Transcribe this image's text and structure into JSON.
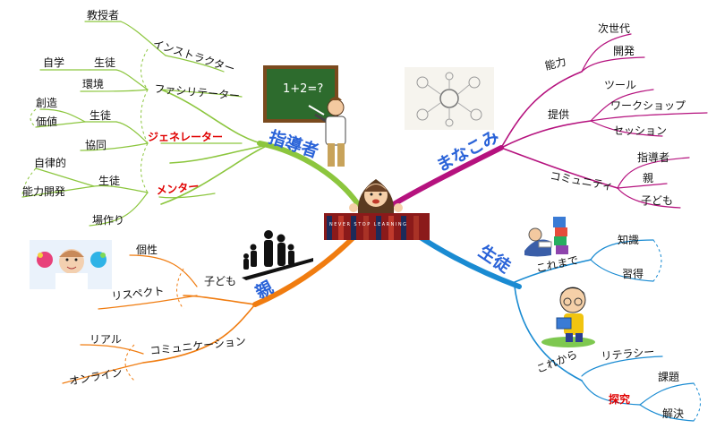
{
  "colors": {
    "teacher": "#8cc63e",
    "manabi": "#b5127e",
    "parent": "#f07c10",
    "student": "#1a8bd2",
    "main_label": "#2a63d8",
    "highlight": "#e00000"
  },
  "branches": {
    "teacher": {
      "label": "指導者",
      "instructor": "インストラクター",
      "professor": "教授者",
      "facilitator": "ファシリテーター",
      "student": "生徒",
      "self_study": "自学",
      "environment": "環境",
      "generator": "ジェネレーター",
      "creation": "創造",
      "value": "価値",
      "collaboration": "協同",
      "mentor": "メンター",
      "autonomous": "自律的",
      "ability_dev": "能力開発",
      "place_making": "場作り"
    },
    "manabi": {
      "label": "まなこみ",
      "ability": "能力",
      "next_gen": "次世代",
      "development": "開発",
      "provide": "提供",
      "tool": "ツール",
      "workshop": "ワークショップ",
      "session": "セッション",
      "community": "コミュニティ",
      "leader": "指導者",
      "parent": "親",
      "child": "子ども"
    },
    "parent": {
      "label": "親",
      "child": "子ども",
      "individuality": "個性",
      "respect": "リスペクト",
      "communication": "コミュニケーション",
      "real": "リアル",
      "online": "オンライン"
    },
    "student": {
      "label": "生徒",
      "until_now": "これまで",
      "knowledge": "知識",
      "habit": "習得",
      "from_now": "これから",
      "literacy": "リテラシー",
      "inquiry": "探究",
      "task": "課題",
      "solution": "解決"
    }
  },
  "illustrations": {
    "blackboard_text": "1+2=?",
    "books_banner": "NEVER STOP LEARNING",
    "center_icon": "child-reading-icon",
    "teacher_icon": "teacher-at-blackboard-icon",
    "manabi_icon": "idea-network-icon",
    "family_icon": "family-silhouette-icon",
    "paint_child_icon": "child-painted-hands-icon",
    "books_icon": "person-reading-books-icon",
    "boy_icon": "boy-reading-book-icon"
  }
}
